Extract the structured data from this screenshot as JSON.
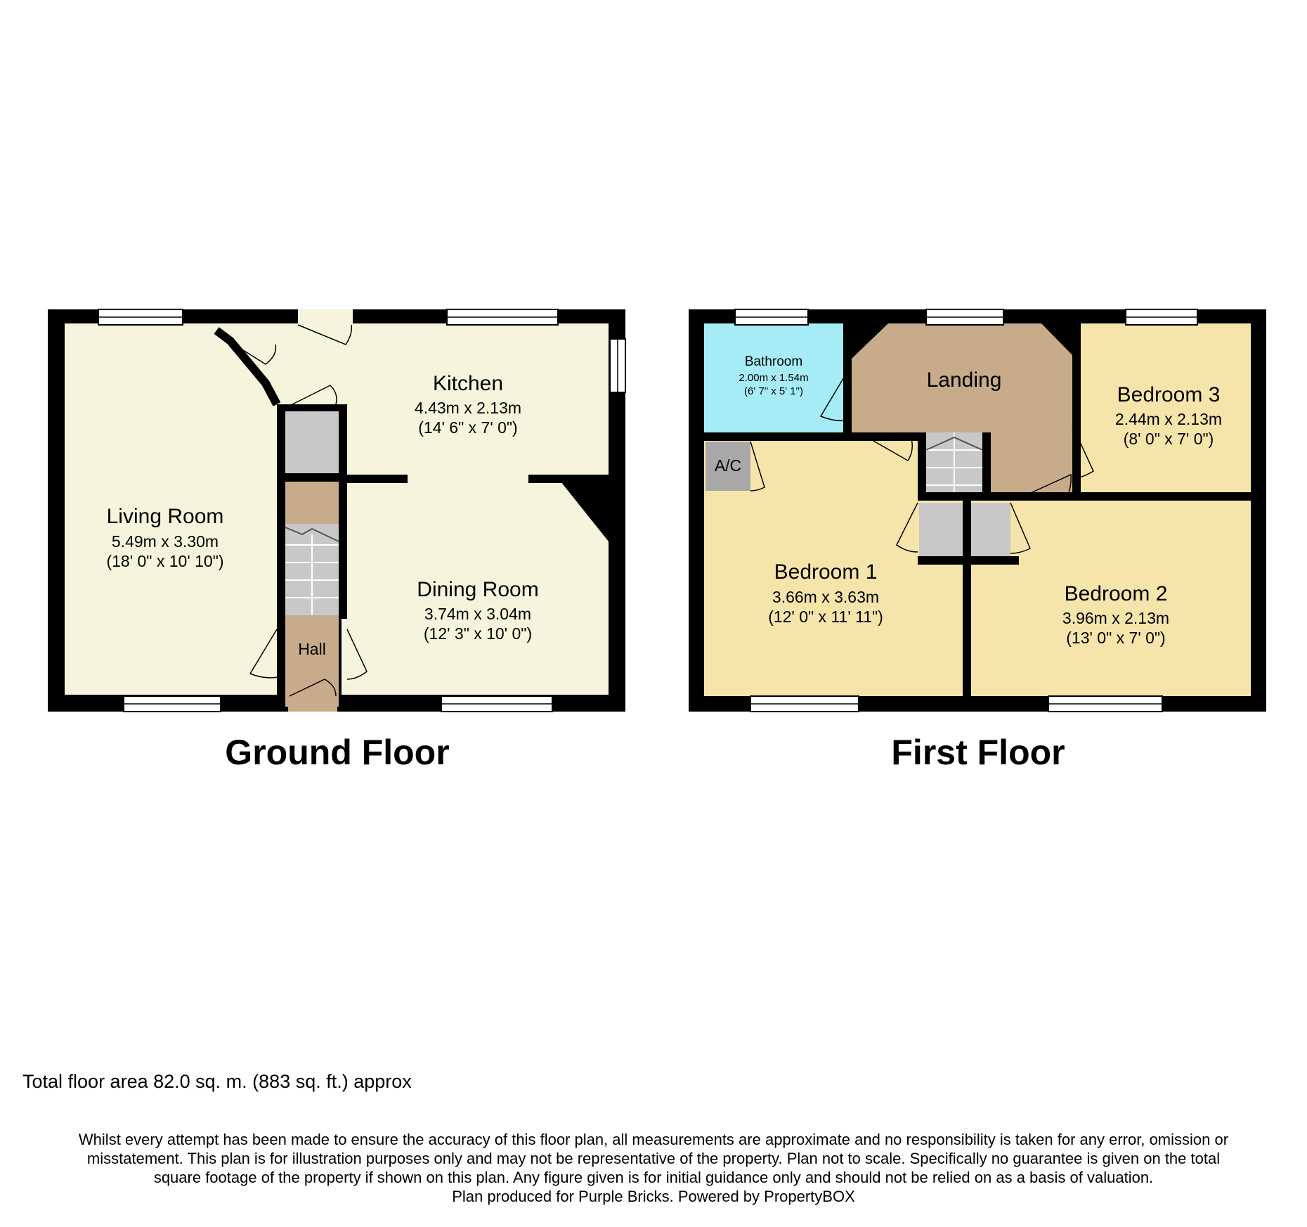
{
  "colors": {
    "wall": "#000000",
    "living": "#f6f4dc",
    "kitchen": "#f6f4dc",
    "dining": "#f6f4dc",
    "hall": "#c8ab8a",
    "stairs": "#c8c8c8",
    "cupboard": "#c8c8c8",
    "bathroom": "#a6ecf6",
    "landing": "#c8ab8a",
    "bedroom": "#f6e5aa",
    "ac": "#a8a8a8"
  },
  "ground_floor": {
    "title": "Ground Floor",
    "rooms": {
      "living": {
        "name": "Living Room",
        "metric": "5.49m x 3.30m",
        "imperial": "(18' 0\" x 10' 10\")"
      },
      "kitchen": {
        "name": "Kitchen",
        "metric": "4.43m x 2.13m",
        "imperial": "(14' 6\" x 7' 0\")"
      },
      "dining": {
        "name": "Dining Room",
        "metric": "3.74m x 3.04m",
        "imperial": "(12' 3\" x 10' 0\")"
      },
      "hall": {
        "name": "Hall"
      }
    }
  },
  "first_floor": {
    "title": "First Floor",
    "rooms": {
      "bathroom": {
        "name": "Bathroom",
        "metric": "2.00m x 1.54m",
        "imperial": "(6' 7\" x 5' 1\")"
      },
      "landing": {
        "name": "Landing"
      },
      "bedroom3": {
        "name": "Bedroom 3",
        "metric": "2.44m x 2.13m",
        "imperial": "(8' 0\" x 7' 0\")"
      },
      "ac": {
        "name": "A/C"
      },
      "bedroom1": {
        "name": "Bedroom 1",
        "metric": "3.66m x 3.63m",
        "imperial": "(12' 0\" x 11' 11\")"
      },
      "bedroom2": {
        "name": "Bedroom 2",
        "metric": "3.96m x 2.13m",
        "imperial": "(13' 0\" x 7' 0\")"
      }
    }
  },
  "total_area": "Total floor area 82.0 sq. m. (883 sq. ft.) approx",
  "disclaimer": [
    "Whilst every attempt has been made to ensure the accuracy of this floor plan, all measurements are approximate and no responsibility is taken for any error, omission or",
    "misstatement. This plan is for illustration purposes only and may not be representative of the property. Plan not to scale. Specifically no guarantee is given on the total",
    "square footage of the property if shown on this plan. Any figure given is for initial guidance only and should not be relied on as a basis of valuation.",
    "Plan produced for Purple Bricks. Powered by PropertyBOX"
  ]
}
